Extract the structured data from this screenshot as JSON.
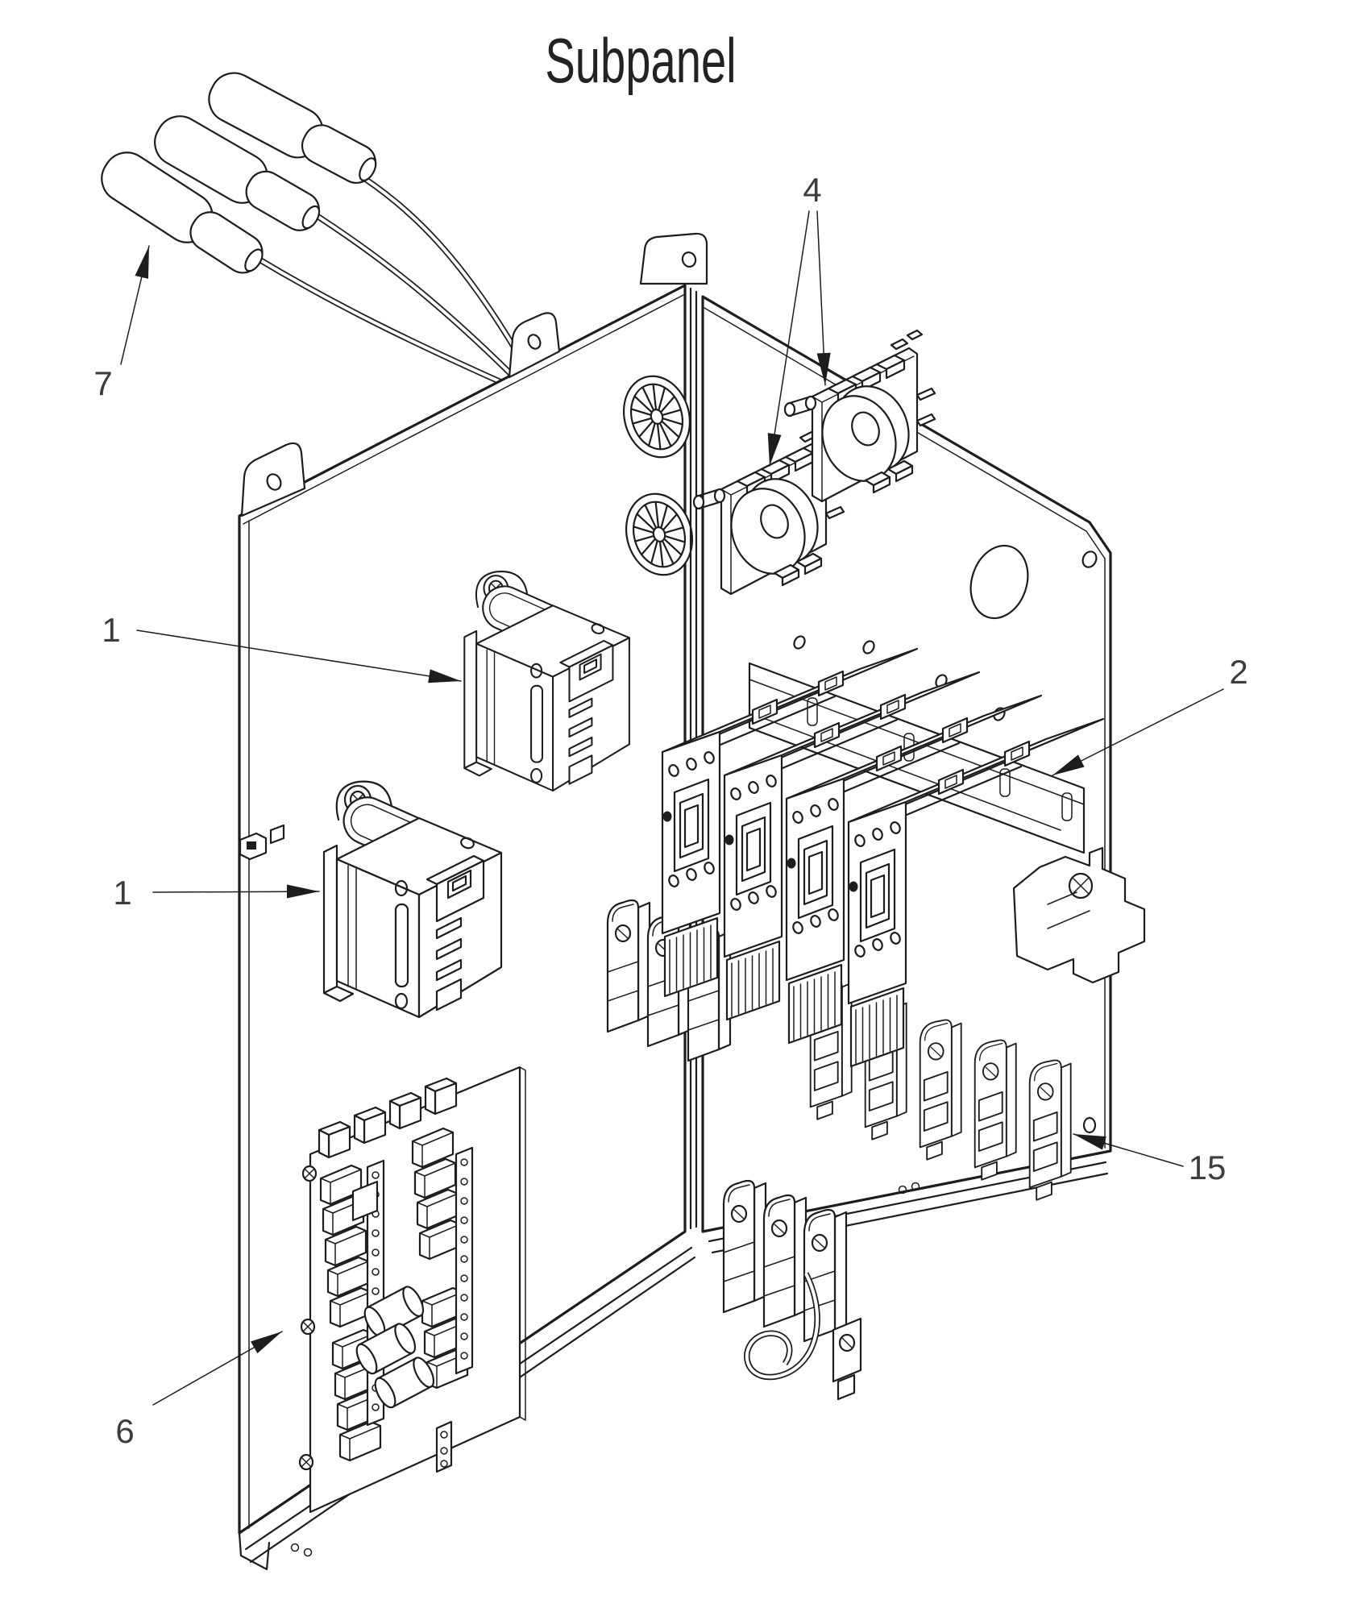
{
  "title": "Subpanel",
  "callouts": {
    "c7": {
      "label": "7",
      "part": "cable-assembly"
    },
    "c4": {
      "label": "4",
      "part": "current-transformer-boards"
    },
    "c1a": {
      "label": "1",
      "part": "transformer-upper"
    },
    "c1b": {
      "label": "1",
      "part": "transformer-lower"
    },
    "c2": {
      "label": "2",
      "part": "contactor-din-rail-assembly"
    },
    "c15": {
      "label": "15",
      "part": "terminal-blocks"
    },
    "c6": {
      "label": "6",
      "part": "control-pcb"
    }
  },
  "colors": {
    "line": "#1d1d1d",
    "label": "#3d3d3d",
    "background": "#ffffff"
  }
}
